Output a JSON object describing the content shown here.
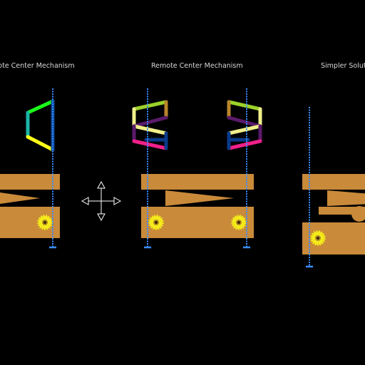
{
  "panels": [
    {
      "title": "Remote Center Mechanism"
    },
    {
      "title": "Remote Center Mechanism"
    },
    {
      "title": "Simpler Solution"
    }
  ],
  "icons": {
    "move_cursor": "move-cross-icon",
    "gear": "gear-icon"
  },
  "colors": {
    "background": "#000000",
    "wood": "#c98a3a",
    "axis": "#3a8cff",
    "gear": "#f4ea1a"
  }
}
